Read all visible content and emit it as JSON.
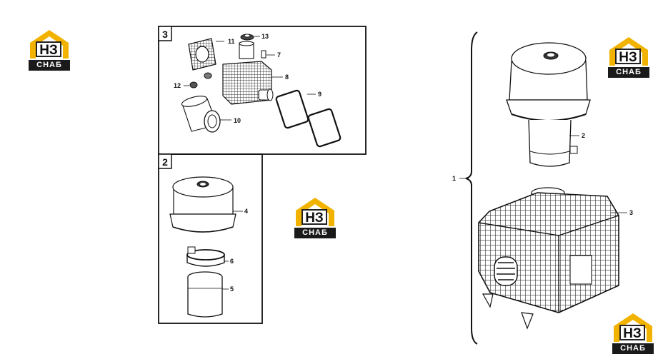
{
  "logo": {
    "mark": "НЗ",
    "text": "СНАБ",
    "gold": "#f2b300",
    "dark": "#1a1a1a"
  },
  "boxes": {
    "box3": "3",
    "box2": "2"
  },
  "callouts": {
    "c1": "1",
    "c2": "2",
    "c3": "3",
    "c4": "4",
    "c5": "5",
    "c6": "6",
    "c7": "7",
    "c8": "8",
    "c9": "9",
    "c10": "10",
    "c11": "11",
    "c12": "12",
    "c13": "13"
  }
}
